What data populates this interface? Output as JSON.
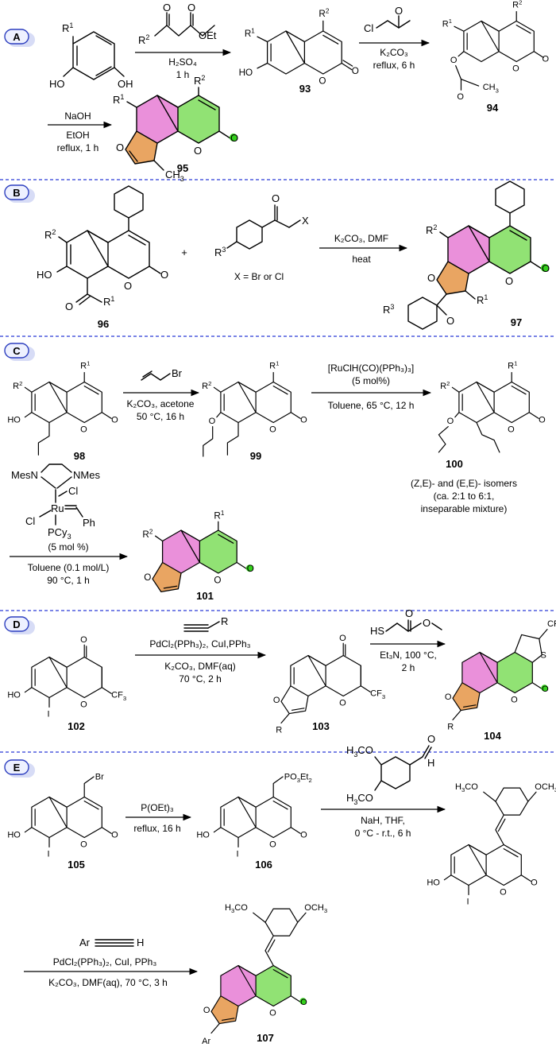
{
  "panels": [
    {
      "label": "A",
      "steps": [
        {
          "reagents": [
            "R²COCH₂COOEt",
            "H₂SO₄",
            "1 h"
          ]
        },
        {
          "reagents": [
            "ClCH₂COCH₃",
            "K₂CO₃",
            "reflux, 6 h"
          ]
        },
        {
          "reagents": [
            "NaOH",
            "EtOH",
            "reflux, 1 h"
          ]
        }
      ],
      "compounds": [
        "93",
        "94",
        "95"
      ]
    },
    {
      "label": "B",
      "steps": [
        {
          "reagents": [
            "K₂CO₃, DMF",
            "heat"
          ]
        }
      ],
      "note": "X = Br or Cl",
      "compounds": [
        "96",
        "97"
      ]
    },
    {
      "label": "C",
      "steps": [
        {
          "reagents": [
            "K₂CO₃, acetone",
            "50 °C, 16 h"
          ]
        },
        {
          "reagents": [
            "[RuClH(CO)(PPh₃)₃]",
            "(5 mol%)",
            "Toluene, 65 °C, 12 h"
          ]
        },
        {
          "reagents": [
            "(5 mol %)",
            "Toluene (0.1 mol/L)",
            "90 °C, 1 h"
          ]
        }
      ],
      "isomer_note": [
        "(Z,E)- and (E,E)- isomers",
        "(ca. 2:1 to 6:1,",
        "inseparable mixture)"
      ],
      "compounds": [
        "98",
        "99",
        "100",
        "101"
      ]
    },
    {
      "label": "D",
      "steps": [
        {
          "reagents": [
            "PdCl₂(PPh₃)₂, CuI,PPh₃",
            "K₂CO₃, DMF(aq)",
            "70 °C, 2 h"
          ]
        },
        {
          "reagents": [
            "Et₃N, 100 °C,",
            "2 h"
          ]
        }
      ],
      "compounds": [
        "102",
        "103",
        "104"
      ]
    },
    {
      "label": "E",
      "steps": [
        {
          "reagents": [
            "P(OEt)₃",
            "reflux, 16 h"
          ]
        },
        {
          "reagents": [
            "NaH, THF,",
            "0 °C - r.t., 6 h"
          ]
        },
        {
          "reagents": [
            "PdCl₂(PPh₃)₂, CuI, PPh₃",
            "K₂CO₃, DMF(aq), 70 °C, 3 h"
          ]
        }
      ],
      "compounds": [
        "105",
        "106",
        "107"
      ]
    }
  ]
}
